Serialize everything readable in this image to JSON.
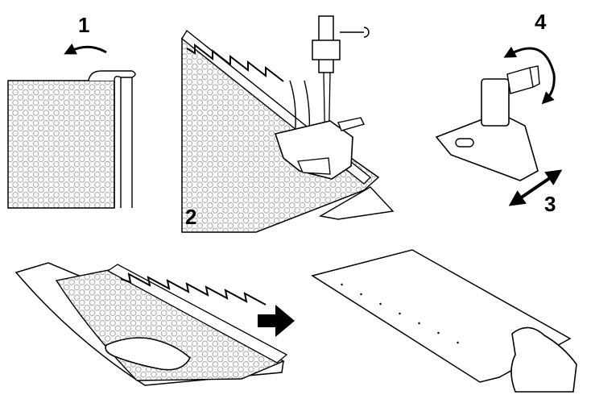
{
  "diagram": {
    "steps": [
      "1",
      "2",
      "3",
      "4"
    ]
  },
  "colors": {
    "ink": "#000000",
    "paper": "#ffffff",
    "fabric_pattern": "#9a9a9a",
    "metal": "#ffffff"
  },
  "icons": {
    "fold_arrow": "curved-arrow-left-icon",
    "rotate_arrow": "rotate-arrow-icon",
    "adjust_arrow": "double-arrow-icon",
    "next_arrow": "arrow-right-icon"
  }
}
